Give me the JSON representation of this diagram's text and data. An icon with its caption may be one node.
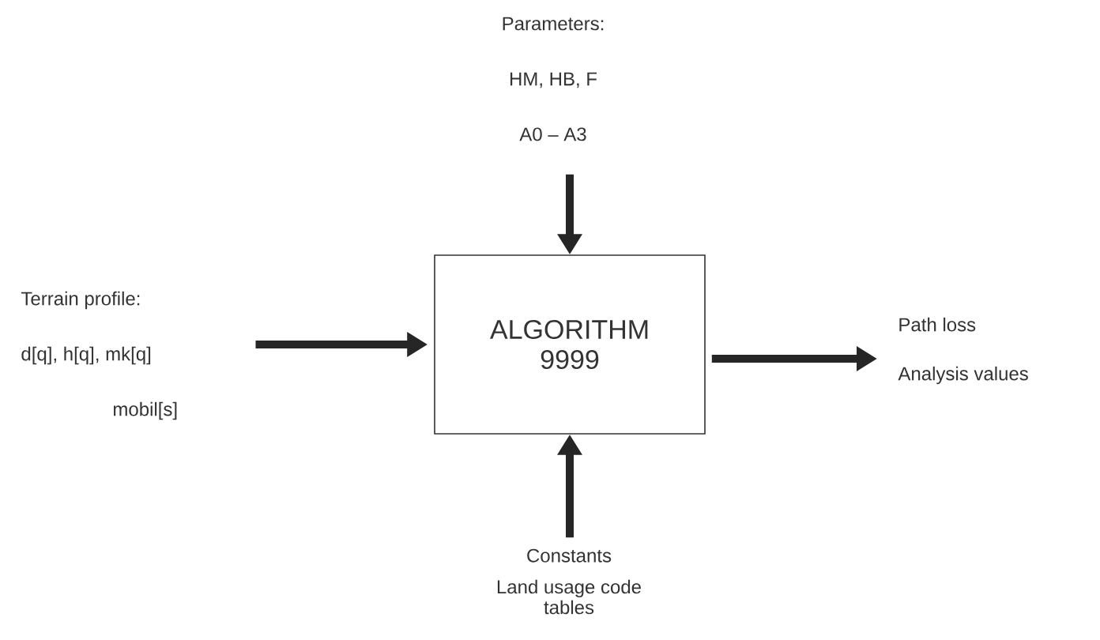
{
  "diagram": {
    "nodes": [
      {
        "text": [
          "ALGORITHM 9999"
        ]
      },
      {
        "text": [
          "Parameters:",
          "HM, HB, F",
          "A0 – A3"
        ]
      },
      {
        "text": [
          "Terrain profile:",
          "d[q], h[q], mk[q]",
          "mobil[s]"
        ]
      },
      {
        "text": [
          "Path loss",
          "Analysis values"
        ]
      },
      {
        "text": [
          "Constants",
          "Land usage code tables"
        ]
      }
    ],
    "edges": [
      {
        "from": 1,
        "to": 0,
        "arrow": "to"
      },
      {
        "from": 2,
        "to": 0,
        "arrow": "to"
      },
      {
        "from": 0,
        "to": 3,
        "arrow": "to"
      },
      {
        "from": 4,
        "to": 0,
        "arrow": "to"
      }
    ]
  }
}
